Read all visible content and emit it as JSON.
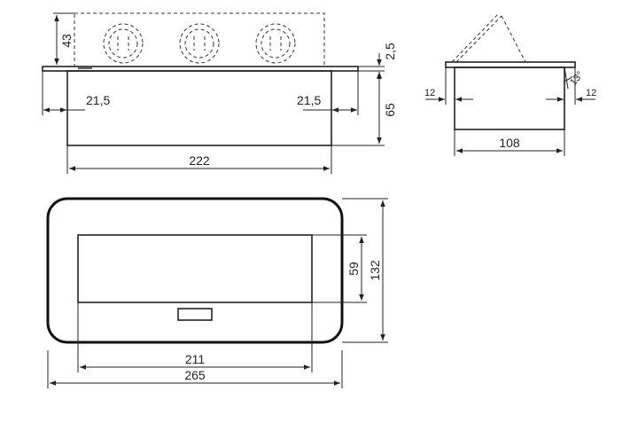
{
  "front_view": {
    "dim_height_top": "43",
    "dim_lid": "2,5",
    "dim_body_height": "65",
    "dim_left_inset": "21,5",
    "dim_right_inset": "21,5",
    "dim_body_width": "222"
  },
  "side_view": {
    "dim_left_lip": "12",
    "dim_right_lip": "12",
    "dim_angle": "13°",
    "dim_width": "108"
  },
  "top_view": {
    "dim_opening_height": "59",
    "dim_total_height": "132",
    "dim_opening_width": "211",
    "dim_total_width": "265"
  }
}
